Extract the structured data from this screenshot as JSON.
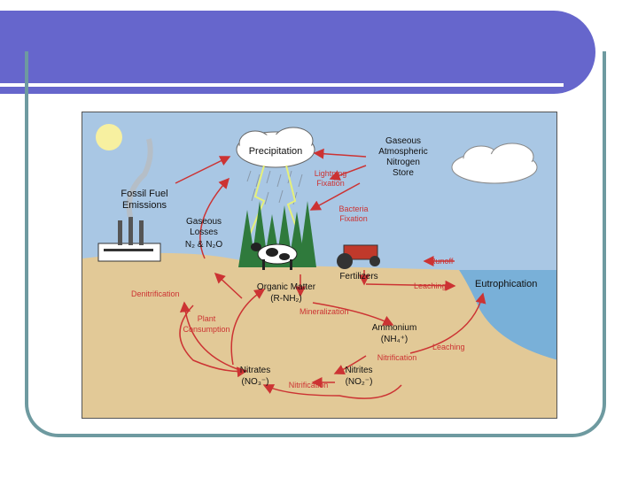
{
  "slide": {
    "title": ""
  },
  "diagram": {
    "labels": {
      "precipitation": "Precipitation",
      "gaseous_store": [
        "Gaseous",
        "Atmospheric",
        "Nitrogen",
        "Store"
      ],
      "fossil_fuel": [
        "Fossil Fuel",
        "Emissions"
      ],
      "lightning": [
        "Lightning",
        "Fixation"
      ],
      "bacteria": [
        "Bacteria",
        "Fixation"
      ],
      "gaseous_losses": [
        "Gaseous",
        "Losses"
      ],
      "gaseous_losses_formula": "N₂ & N₂O",
      "runoff": "Runoff",
      "leaching_top": "Leaching",
      "leaching_right": "Leaching",
      "eutrophication": "Eutrophication",
      "fertilizers": "Fertilizers",
      "organic_matter": [
        "Organic Matter",
        "(R-NH₂)"
      ],
      "denitrification": "Denitrification",
      "mineralization": "Mineralization",
      "plant_consumption": [
        "Plant",
        "Consumption"
      ],
      "ammonium": [
        "Ammonium",
        "(NH₄⁺)"
      ],
      "nitrification_mid": "Nitrification",
      "nitrates": [
        "Nitrates",
        "(NO₃⁻)"
      ],
      "nitrites": [
        "Nitrites",
        "(NO₂⁻)"
      ],
      "nitrification_bottom": "Nitrification"
    },
    "colors": {
      "sky": "#a9c7e4",
      "soil": "#e2c997",
      "water": "#79b0d8",
      "arrow": "#cc3333",
      "tree": "#2f7a3c",
      "sun": "#f7f0a0",
      "tractor": "#c0392b",
      "title_bar": "#6666cc",
      "frame": "#6e9aa0"
    }
  }
}
